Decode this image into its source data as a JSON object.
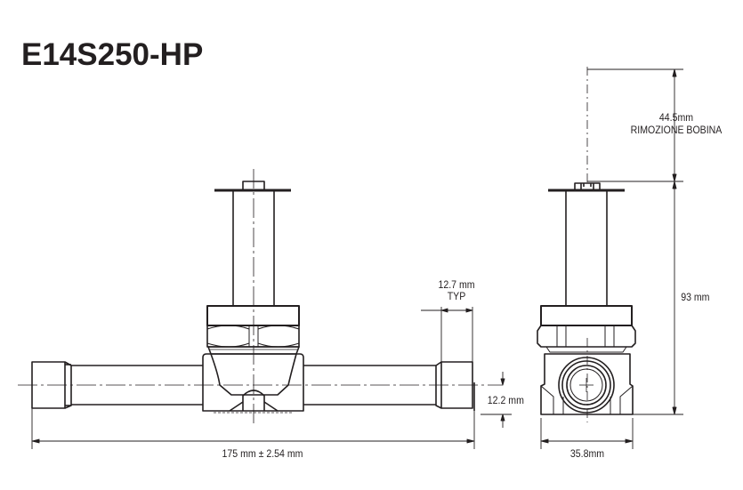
{
  "title": "E14S250-HP",
  "dimensions": {
    "coil_removal_value": "44.5mm",
    "coil_removal_label": "RIMOZIONE BOBINA",
    "height": "93 mm",
    "tube_socket_depth_value": "12.7 mm",
    "tube_socket_depth_note": "TYP",
    "center_to_bottom": "12.2 mm",
    "overall_length": "175 mm ± 2.54 mm",
    "body_width": "35.8mm"
  },
  "colors": {
    "line": "#231f20",
    "background": "#ffffff"
  }
}
